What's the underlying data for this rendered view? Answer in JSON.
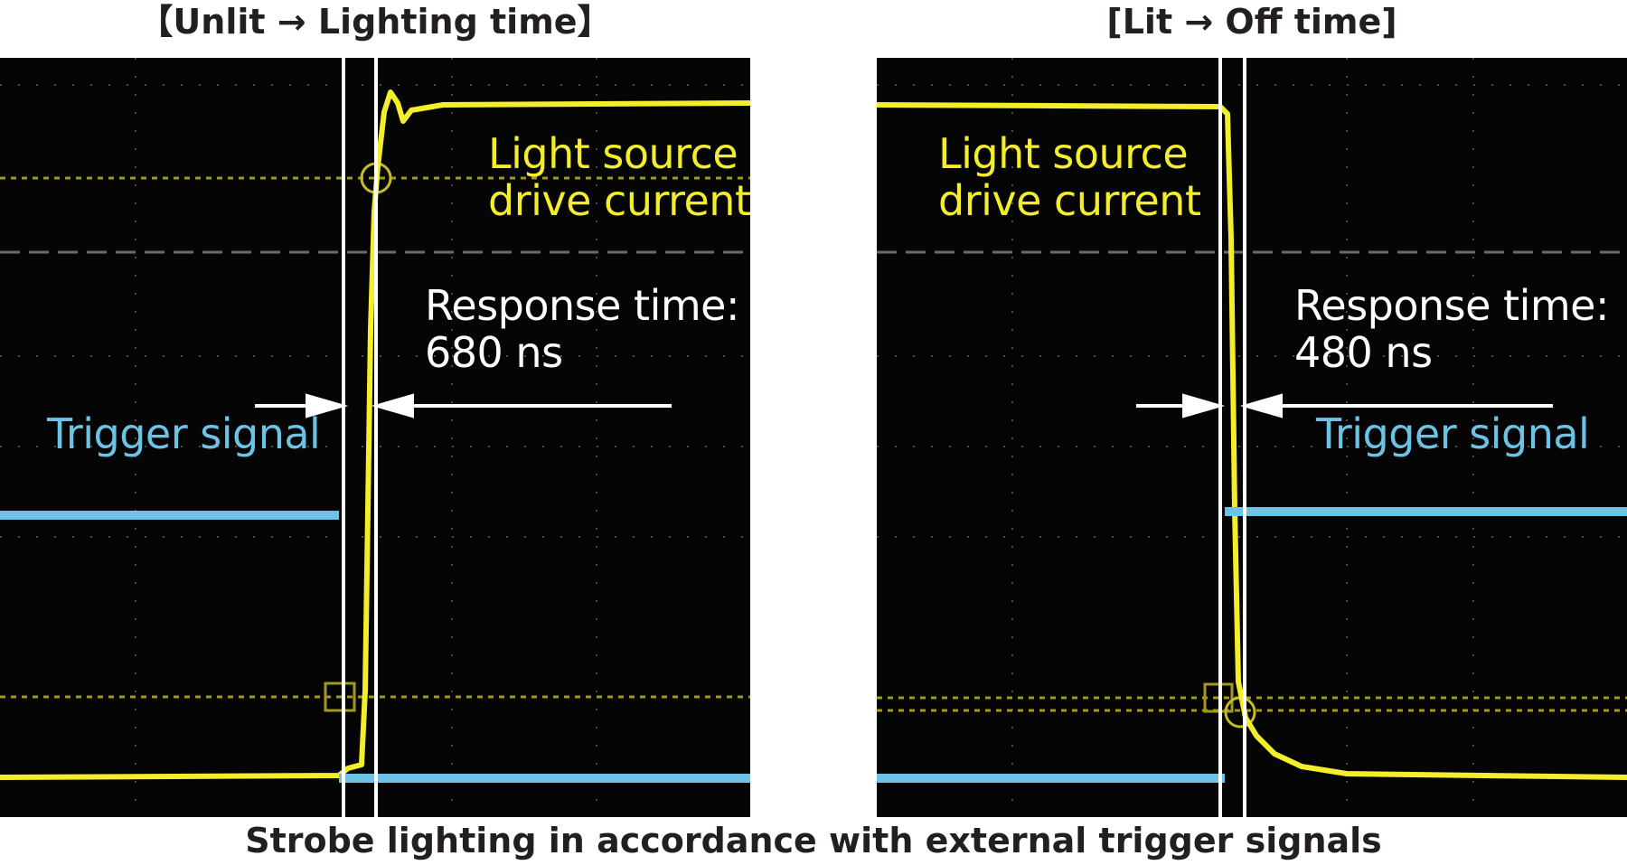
{
  "panels": {
    "left": {
      "title": "【Unlit → Lighting time】",
      "light_label_line1": "Light source",
      "light_label_line2": "drive current",
      "response_line1": "Response time:",
      "response_line2": "680 ns",
      "trigger_label": "Trigger signal"
    },
    "right": {
      "title": "[Lit → Off time]",
      "light_label_line1": "Light source",
      "light_label_line2": "drive current",
      "response_line1": "Response time:",
      "response_line2": "480 ns",
      "trigger_label": "Trigger signal"
    }
  },
  "caption": "Strobe lighting in accordance with external trigger signals",
  "colors": {
    "screen": "#050505",
    "drive_current": "#f2ee2b",
    "trigger": "#6cc3e6",
    "marker": "#ffffff",
    "grid": "#5a5a5a",
    "cursor_dotted": "#a39a1c"
  }
}
